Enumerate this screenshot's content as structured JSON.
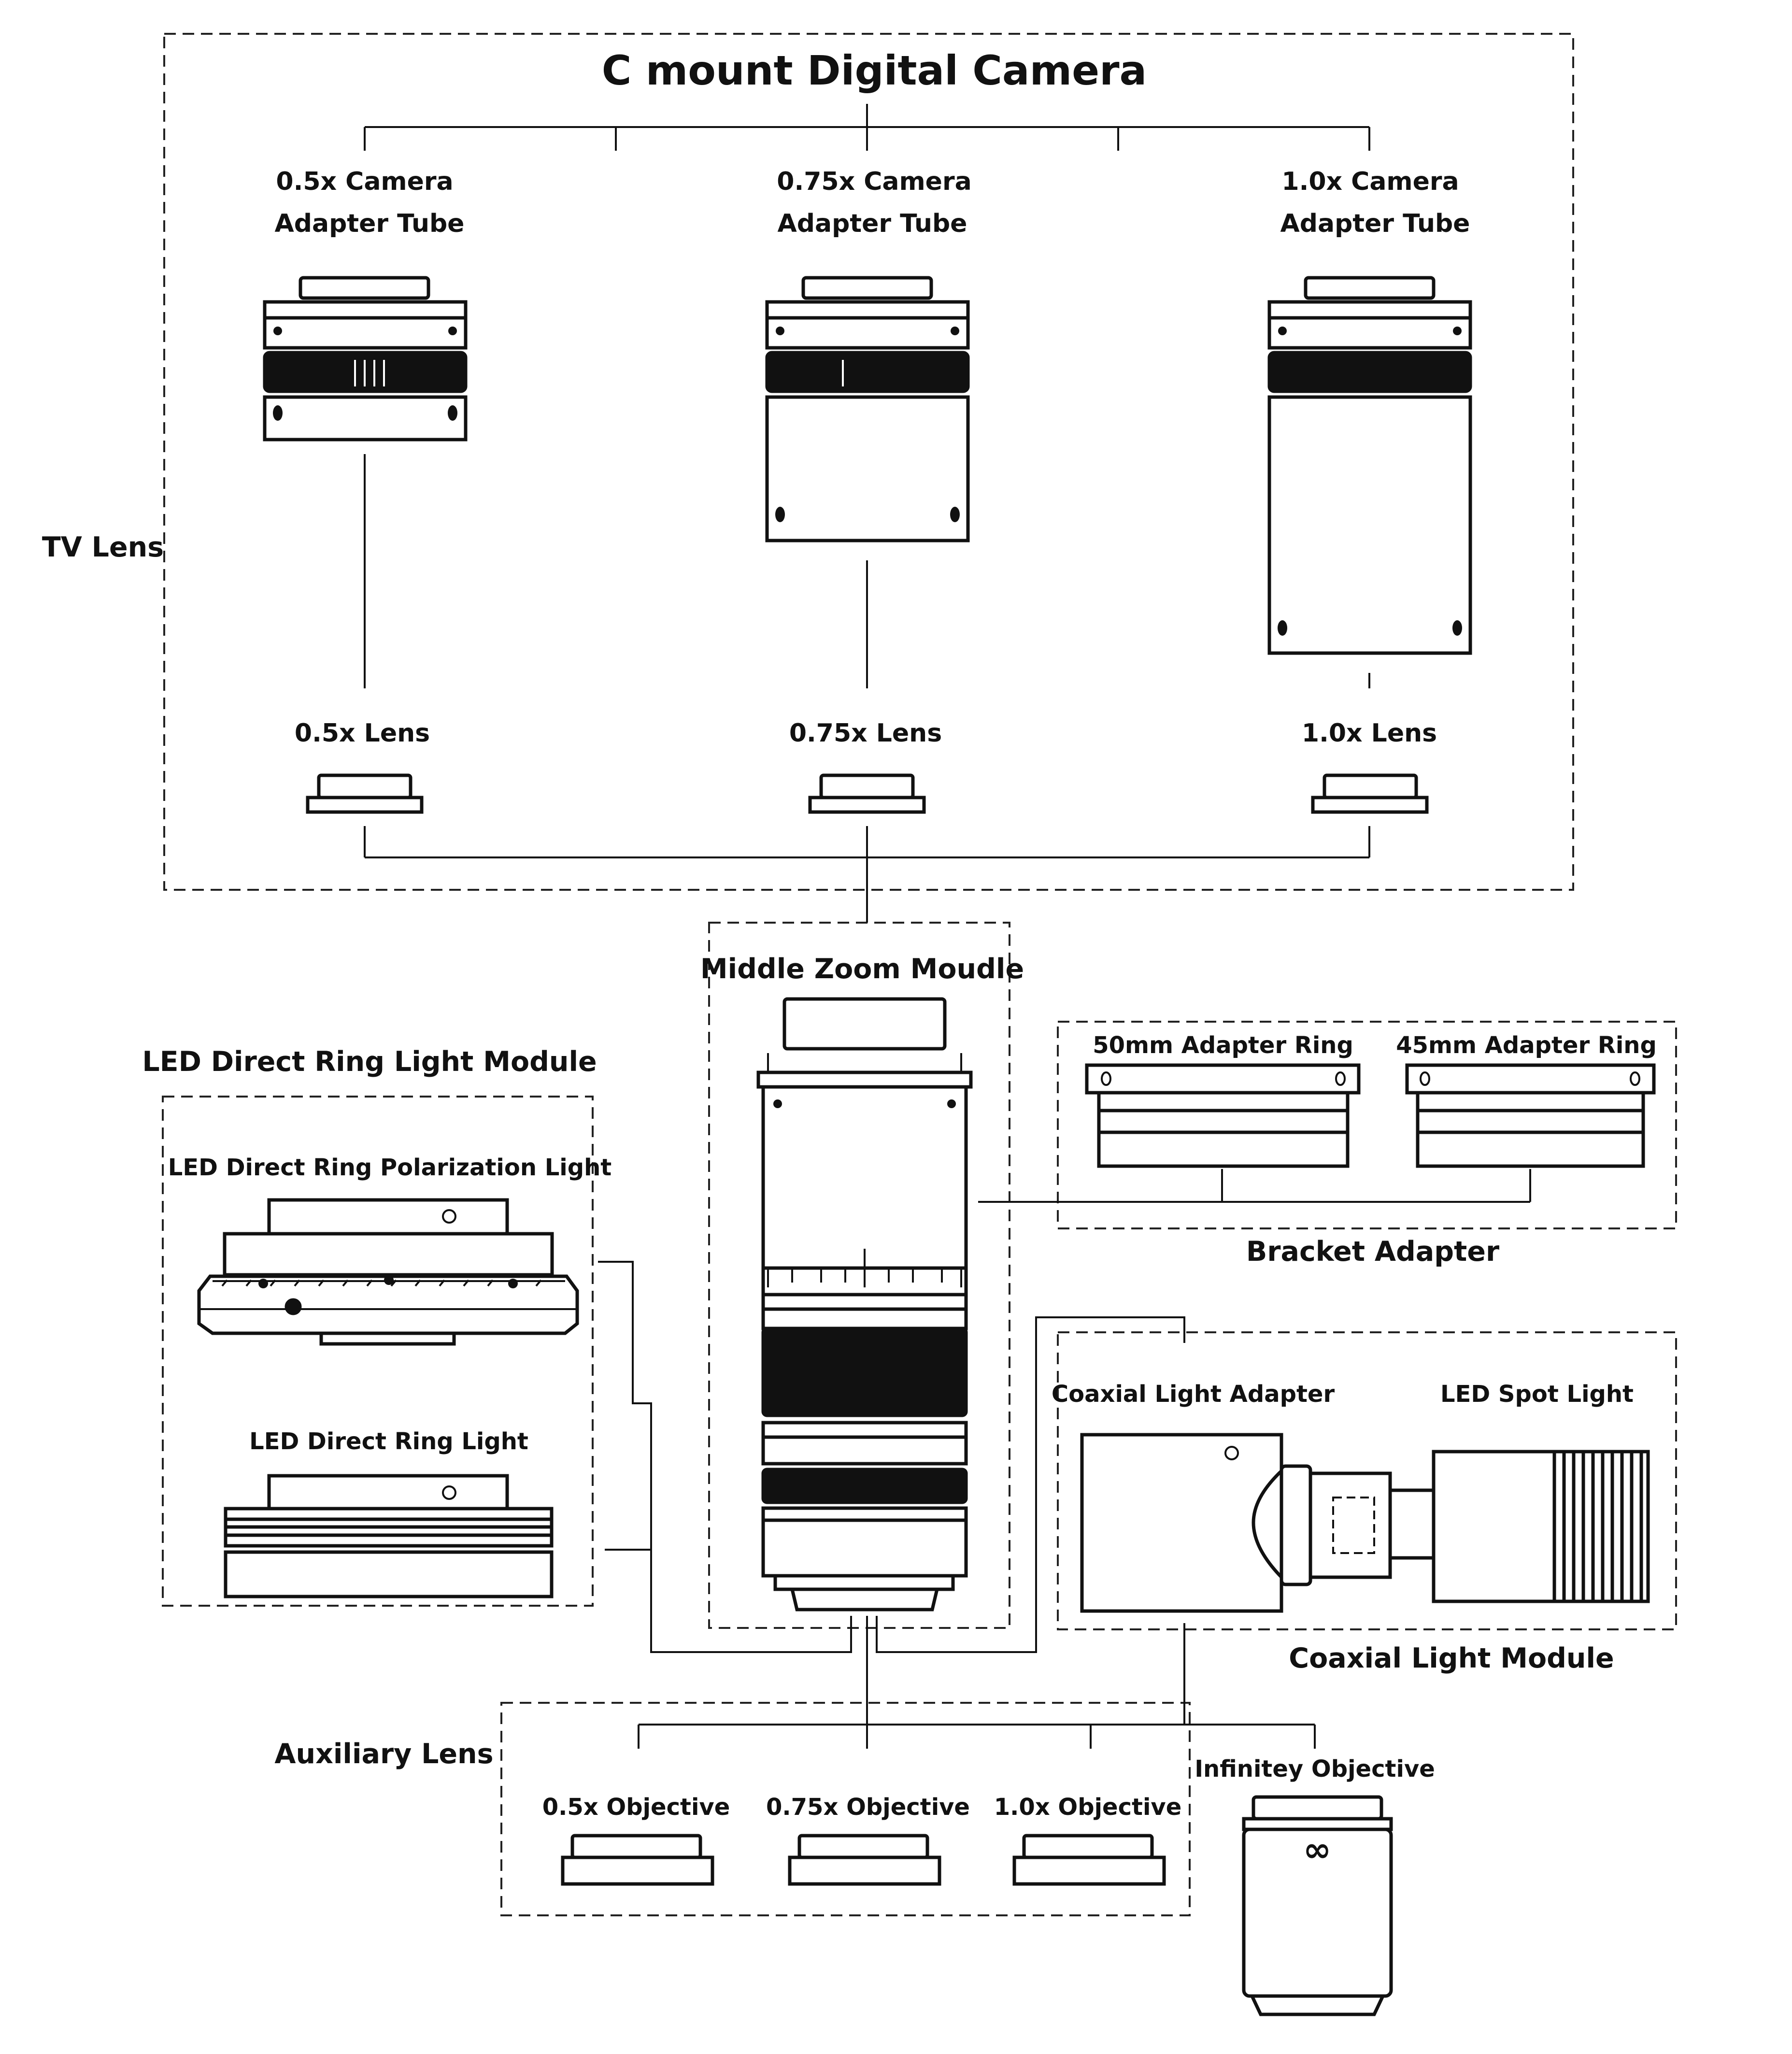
{
  "title": "C mount Digital Camera",
  "groups": {
    "tv_lens": "TV Lens",
    "middle_zoom": "Middle Zoom Moudle",
    "led_module": "LED Direct Ring Light Module",
    "bracket_adapter": "Bracket Adapter",
    "coaxial_module": "Coaxial Light Module",
    "auxiliary_lens": "Auxiliary Lens"
  },
  "adapter_tubes": [
    {
      "line1": "0.5x Camera",
      "line2": "Adapter Tube"
    },
    {
      "line1": "0.75x Camera",
      "line2": "Adapter Tube"
    },
    {
      "line1": "1.0x Camera",
      "line2": "Adapter Tube"
    }
  ],
  "tv_lenses": [
    "0.5x Lens",
    "0.75x Lens",
    "1.0x Lens"
  ],
  "led_lights": [
    "LED Direct Ring Polarization Light",
    "LED Direct Ring Light"
  ],
  "adapter_rings": [
    "50mm Adapter Ring",
    "45mm Adapter Ring"
  ],
  "coaxial": {
    "adapter": "Coaxial Light Adapter",
    "spot_light": "LED Spot Light"
  },
  "objectives": [
    "0.5x Objective",
    "0.75x Objective",
    "1.0x Objective"
  ],
  "infinity_objective": {
    "label": "Infinitey Objective",
    "symbol": "∞"
  },
  "colors": {
    "ink": "#111111",
    "background": "#ffffff"
  }
}
